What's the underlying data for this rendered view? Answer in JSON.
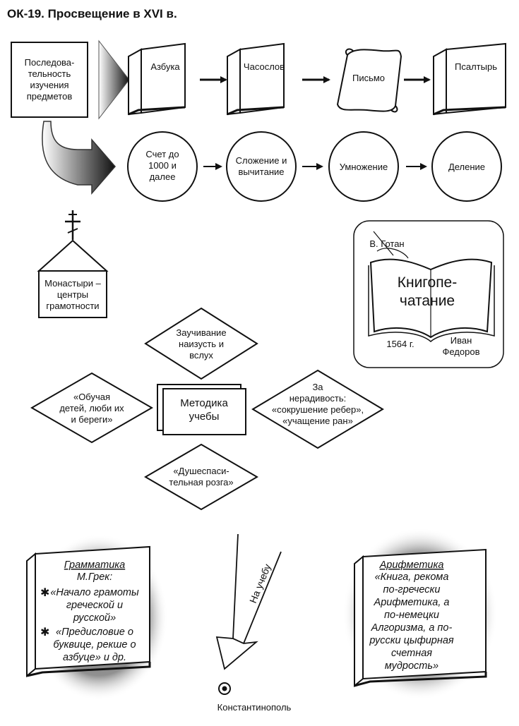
{
  "title": "ОК-19. Просвещение в XVI в.",
  "sequence_box": [
    "Последова-",
    "тельность",
    "изучения",
    "предметов"
  ],
  "books_row": [
    "Азбука",
    "Часослов",
    "Письмо",
    "Псалтырь"
  ],
  "math_row": {
    "c1": [
      "Счет до",
      "1000 и",
      "далее"
    ],
    "c2": [
      "Сложение и",
      "вычитание"
    ],
    "c3": [
      "Умножение"
    ],
    "c4": [
      "Деление"
    ]
  },
  "monastery": [
    "Монастыри –",
    "центры",
    "грамотности"
  ],
  "printing": {
    "crossed_name": "В. Готан",
    "title": [
      "Книгопе-",
      "чатание"
    ],
    "year": "1564 г.",
    "printer": [
      "Иван",
      "Федоров"
    ]
  },
  "method": {
    "center": [
      "Методика",
      "учебы"
    ],
    "top": [
      "Заучивание",
      "наизусть и",
      "вслух"
    ],
    "left": [
      "«Обучая",
      "детей, люби их",
      "и береги»"
    ],
    "right": [
      "За",
      "нерадивость:",
      "«сокрушение ребер»,",
      "«учащение ран»"
    ],
    "bottom": [
      "«Душеспаси-",
      "тельная розга»"
    ]
  },
  "grammar": {
    "title": "Грамматика",
    "author": "М.Грек:",
    "lines": [
      "«Начало грамоты",
      "греческой и",
      "русской»",
      "«Предисловие о",
      "буквице, рекше о",
      "азбуце» и др."
    ],
    "bullet": "✱"
  },
  "arithmetic": {
    "title": "Арифметика",
    "lines": [
      "«Книга, рекома",
      "по-гречески",
      "Арифметика, а",
      "по-немецки",
      "Алгоризма, а по-",
      "русски цыфирная",
      "счетная",
      "мудрость»"
    ]
  },
  "arrow_label": "На учебу",
  "city": "Константинополь"
}
